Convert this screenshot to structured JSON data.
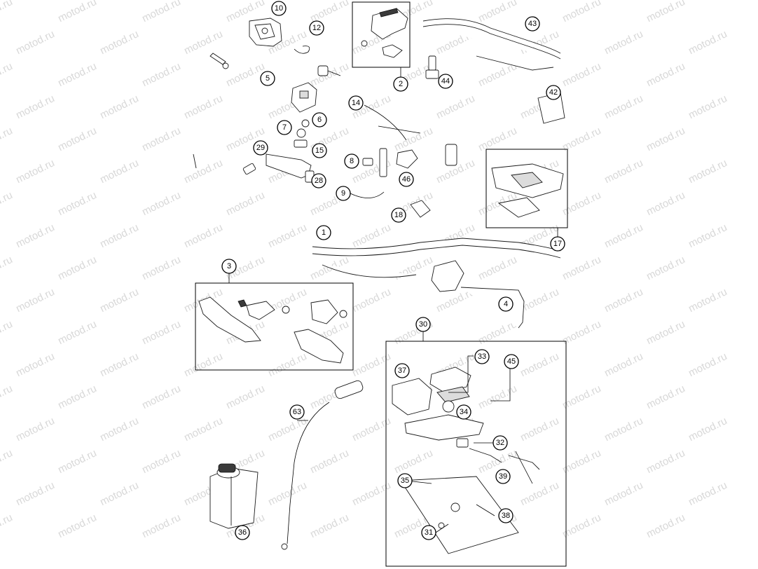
{
  "watermark": {
    "text": "motod.ru"
  },
  "callouts": [
    "10",
    "12",
    "5",
    "2",
    "43",
    "44",
    "42",
    "14",
    "6",
    "7",
    "15",
    "29",
    "8",
    "46",
    "28",
    "9",
    "18",
    "17",
    "1",
    "3",
    "4",
    "30",
    "33",
    "45",
    "37",
    "34",
    "32",
    "39",
    "35",
    "38",
    "31",
    "63",
    "36"
  ]
}
